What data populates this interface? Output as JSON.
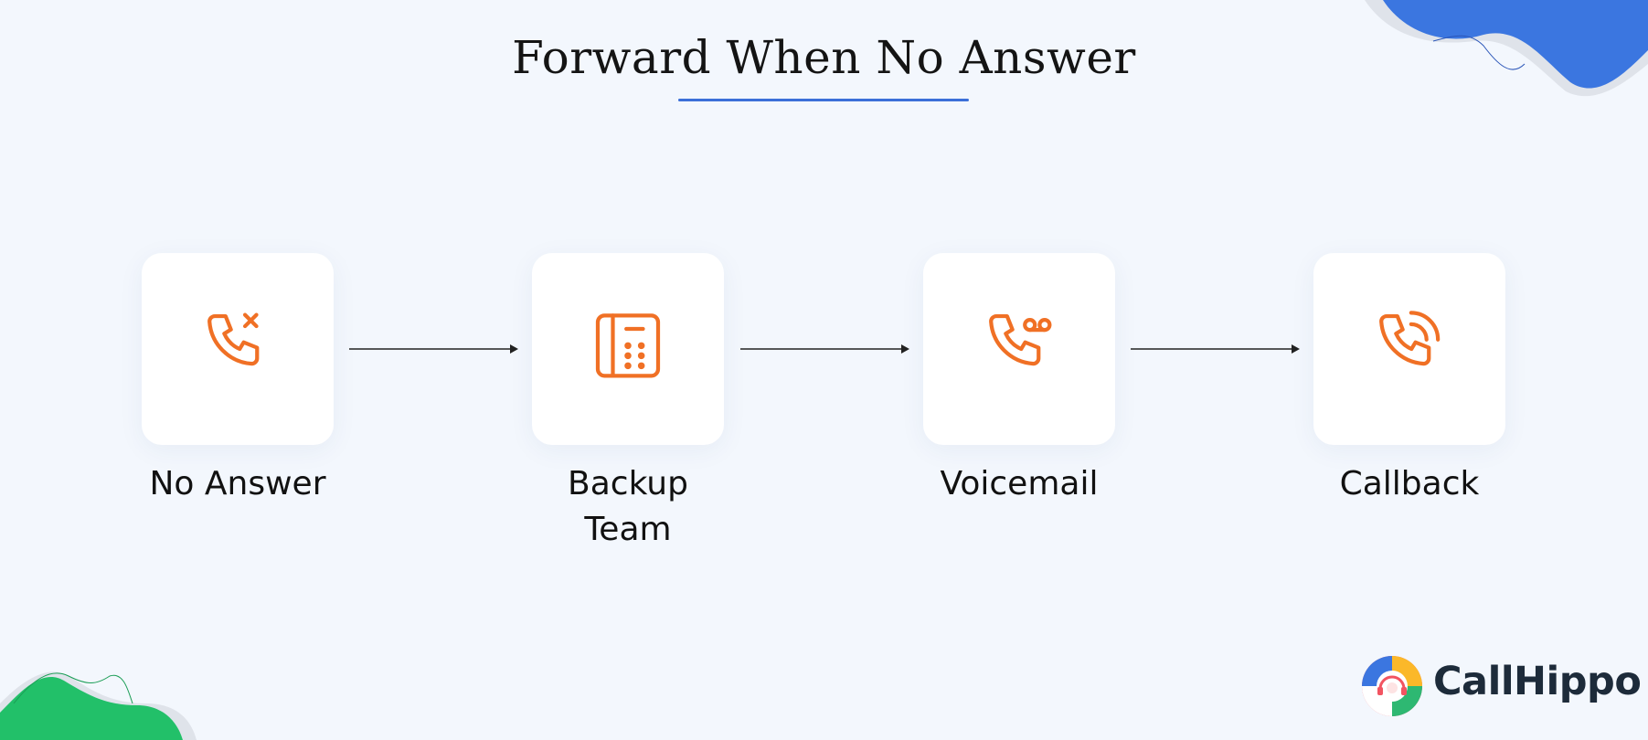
{
  "title": "Forward When No Answer",
  "colors": {
    "background": "#f3f7fd",
    "accent": "#3b6fd8",
    "icon": "#f07025",
    "green_blob": "#22c069",
    "blue_blob": "#3b76e0"
  },
  "steps": [
    {
      "label_lines": [
        "No Answer"
      ],
      "icon": "phone-missed-icon"
    },
    {
      "label_lines": [
        "Backup",
        "Team"
      ],
      "icon": "desk-phone-icon"
    },
    {
      "label_lines": [
        "Voicemail"
      ],
      "icon": "phone-voicemail-icon"
    },
    {
      "label_lines": [
        "Callback"
      ],
      "icon": "phone-callback-icon"
    }
  ],
  "brand": {
    "name": "CallHippo",
    "logo": "callhippo-logo-icon"
  }
}
